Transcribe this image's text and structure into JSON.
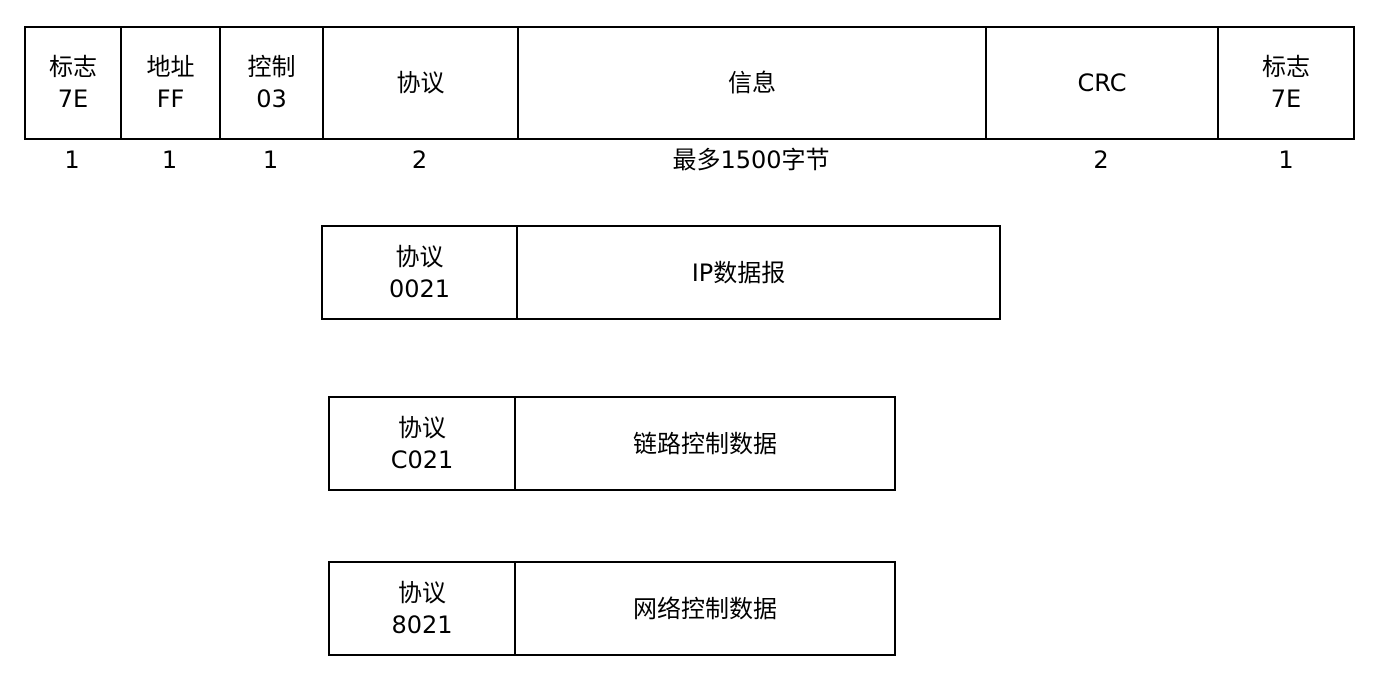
{
  "frame": {
    "fields": [
      {
        "label": "标志",
        "value": "7E",
        "size": "1"
      },
      {
        "label": "地址",
        "value": "FF",
        "size": "1"
      },
      {
        "label": "控制",
        "value": "03",
        "size": "1"
      },
      {
        "label": "协议",
        "value": "",
        "size": "2"
      },
      {
        "label": "信息",
        "value": "",
        "size": "最多1500字节"
      },
      {
        "label": "CRC",
        "value": "",
        "size": "2"
      },
      {
        "label": "标志",
        "value": "7E",
        "size": "1"
      }
    ]
  },
  "protocol_boxes": [
    {
      "label": "协议",
      "code": "0021",
      "content": "IP数据报"
    },
    {
      "label": "协议",
      "code": "C021",
      "content": "链路控制数据"
    },
    {
      "label": "协议",
      "code": "8021",
      "content": "网络控制数据"
    }
  ]
}
